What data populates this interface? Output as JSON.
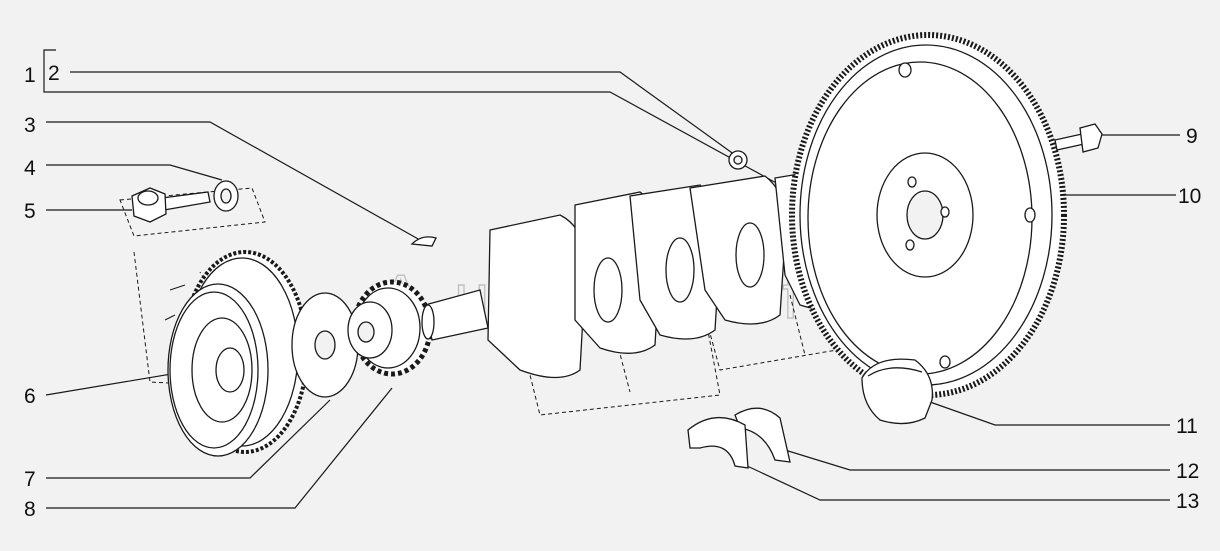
{
  "callouts": [
    {
      "id": "1",
      "text": "1"
    },
    {
      "id": "2",
      "text": "2"
    },
    {
      "id": "3",
      "text": "3"
    },
    {
      "id": "4",
      "text": "4"
    },
    {
      "id": "5",
      "text": "5"
    },
    {
      "id": "6",
      "text": "6"
    },
    {
      "id": "7",
      "text": "7"
    },
    {
      "id": "8",
      "text": "8"
    },
    {
      "id": "9",
      "text": "9"
    },
    {
      "id": "10",
      "text": "10"
    },
    {
      "id": "11",
      "text": "11"
    },
    {
      "id": "12",
      "text": "12"
    },
    {
      "id": "13",
      "text": "13"
    }
  ],
  "watermark": {
    "text": "AutoSoft"
  },
  "colors": {
    "line": "#1a1a1a",
    "background": "#f2f2f2",
    "watermark": "#9a9a9a"
  }
}
